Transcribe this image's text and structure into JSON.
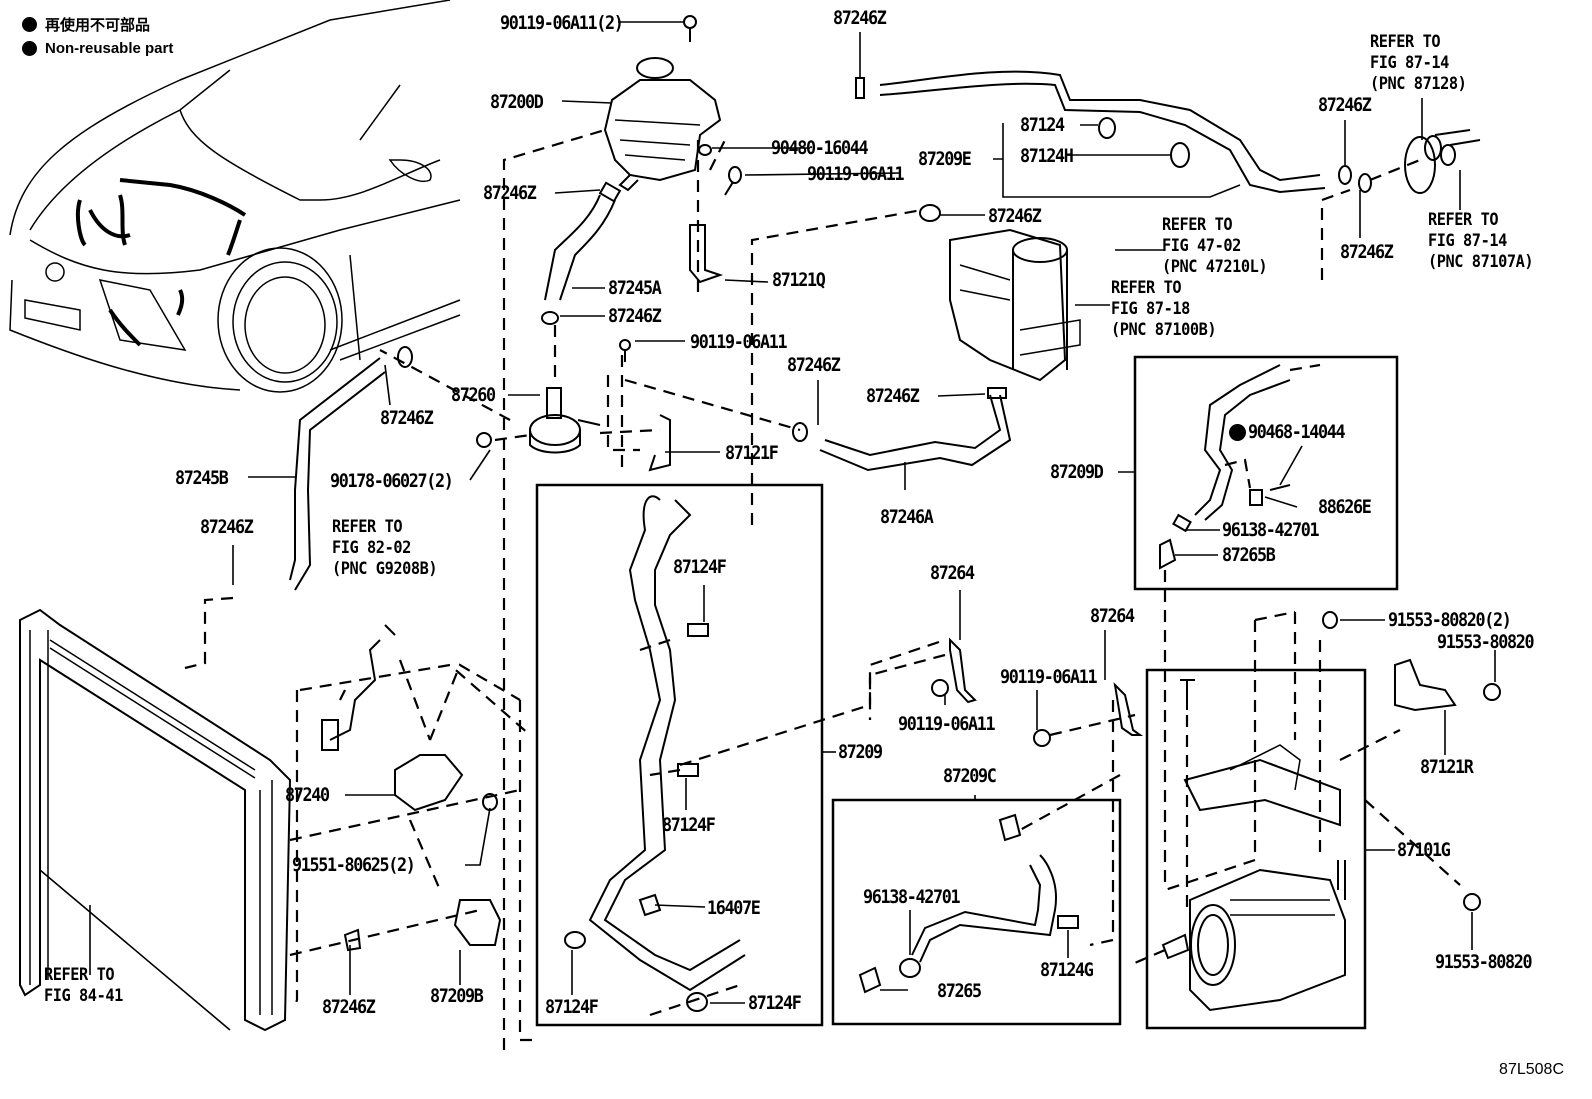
{
  "legend": {
    "items": [
      {
        "icon": "filled-circle",
        "label": "再使用不可部品"
      },
      {
        "icon": "filled-circle",
        "label": "Non-reusable part"
      }
    ]
  },
  "figure_code": "87L508C",
  "parts": {
    "p90119_06A11_2_top": "90119-06A11(2)",
    "p87246Z_top": "87246Z",
    "p87200D": "87200D",
    "p90480_16044": "90480-16044",
    "p90119_06A11_a": "90119-06A11",
    "p87246Z_a": "87246Z",
    "p87124": "87124",
    "p87209E": "87209E",
    "p87124H": "87124H",
    "p87246Z_b": "87246Z",
    "p87246Z_right_top": "87246Z",
    "p87246Z_right_bot": "87246Z",
    "p87245A": "87245A",
    "p87121Q": "87121Q",
    "p87246Z_c": "87246Z",
    "p90119_06A11_b": "90119-06A11",
    "p87246Z_d": "87246Z",
    "p87246Z_e": "87246Z",
    "p87260": "87260",
    "p87246Z_f": "87246Z",
    "p87121F": "87121F",
    "p90178_06027_2": "90178-06027(2)",
    "p87245B": "87245B",
    "p87246A": "87246A",
    "p87209D": "87209D",
    "p90468_14044": "90468-14044",
    "p88626E": "88626E",
    "p96138_42701_a": "96138-42701",
    "p87265B": "87265B",
    "p87246Z_g": "87246Z",
    "p87124F_a": "87124F",
    "p87264_a": "87264",
    "p87264_b": "87264",
    "p91553_80820_2": "91553-80820(2)",
    "p91553_80820_a": "91553-80820",
    "p90119_06A11_c": "90119-06A11",
    "p90119_06A11_d": "90119-06A11",
    "p87121R": "87121R",
    "p87240": "87240",
    "p87209": "87209",
    "p87209C": "87209C",
    "p87124F_b": "87124F",
    "p87101G": "87101G",
    "p91551_80625_2": "91551-80625(2)",
    "p16407E": "16407E",
    "p96138_42701_b": "96138-42701",
    "p87124G": "87124G",
    "p91553_80820_b": "91553-80820",
    "p87265": "87265",
    "p87124F_c": "87124F",
    "p87124F_d": "87124F",
    "p87246Z_h": "87246Z",
    "p87209B": "87209B"
  },
  "refs": {
    "fig87_14_a": "REFER TO\nFIG 87-14\n(PNC 87128)",
    "fig87_14_b": "REFER TO\nFIG 87-14\n(PNC 87107A)",
    "fig47_02": "REFER TO\nFIG 47-02\n(PNC 47210L)",
    "fig87_18": "REFER TO\nFIG 87-18\n(PNC 87100B)",
    "fig82_02": "REFER TO\nFIG 82-02\n(PNC G9208B)",
    "fig84_41": "REFER TO\nFIG 84-41"
  }
}
